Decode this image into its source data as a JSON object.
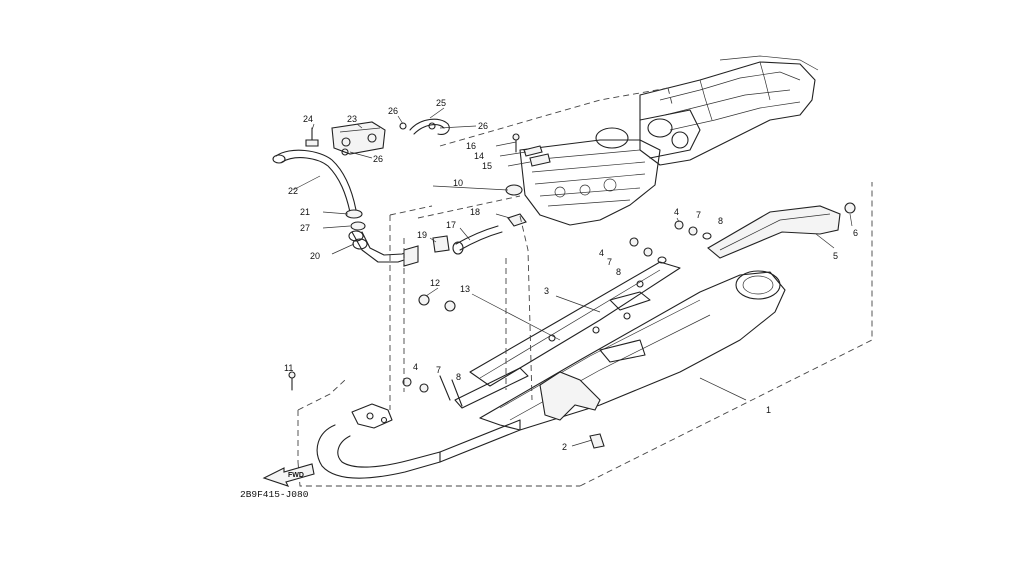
{
  "diagram": {
    "drawing_code": "2B9F415-J080",
    "fwd_label": "FWD",
    "callouts": {
      "c1": "1",
      "c2": "2",
      "c3": "3",
      "c4a": "4",
      "c4b": "4",
      "c4c": "4",
      "c5": "5",
      "c6": "6",
      "c7a": "7",
      "c7b": "7",
      "c7c": "7",
      "c8a": "8",
      "c8b": "8",
      "c8c": "8",
      "c10": "10",
      "c11": "11",
      "c12": "12",
      "c13": "13",
      "c14": "14",
      "c15": "15",
      "c16": "16",
      "c17": "17",
      "c18": "18",
      "c19": "19",
      "c20": "20",
      "c21": "21",
      "c22": "22",
      "c23": "23",
      "c24": "24",
      "c25": "25",
      "c26a": "26",
      "c26b": "26",
      "c26c": "26",
      "c27": "27"
    }
  }
}
